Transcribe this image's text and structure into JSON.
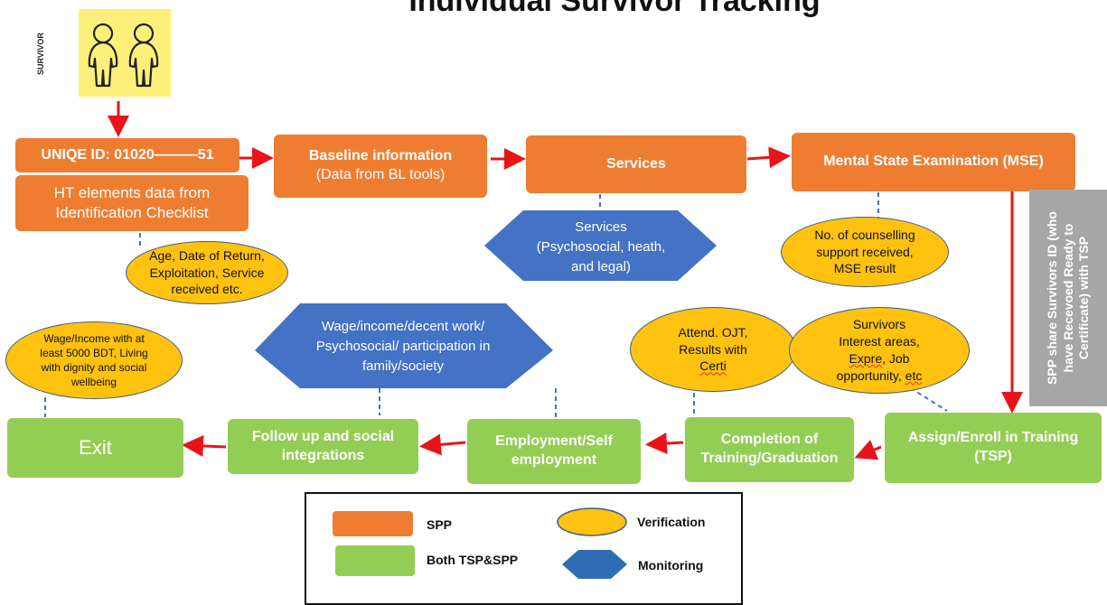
{
  "title": "Individual Survivor Tracking",
  "survivor": {
    "label": "SURVIVOR",
    "icon": "two-people-icon"
  },
  "orange_boxes": {
    "unique_id": "UNIQE ID: 01020———51",
    "ht_elements": "HT elements data from Identification Checklist",
    "baseline_title": "Baseline information",
    "baseline_sub": "(Data from BL tools)",
    "services": "Services",
    "mse": "Mental State Examination (MSE)"
  },
  "green_boxes": {
    "exit": "Exit",
    "follow_up": "Follow up and social integrations",
    "employment": "Employment/Self employment",
    "completion": "Completion of Training/Graduation",
    "assign": "Assign/Enroll in Training (TSP)"
  },
  "verification": {
    "age": "Age, Date of Return, Exploitation, Service received etc.",
    "counselling": "No. of counselling support received, MSE result",
    "wage_income": "Wage/Income with at least 5000 BDT, Living with dignity and social wellbeing",
    "ojt_line1": "Attend. OJT,",
    "ojt_line2": "Results with",
    "ojt_line3": "Certi",
    "interest_line1": "Survivors",
    "interest_line2": "Interest areas,",
    "interest_expre": "Expre",
    "interest_line3b": ", Job",
    "interest_line4a": "opportunity, ",
    "interest_etc": "etc"
  },
  "monitoring": {
    "services": "Services (Psychosocial, heath, and legal)",
    "wage": "Wage/income/decent work/ Psychosocial/ participation in family/society"
  },
  "side_note": "SPP share Survivors ID (who have Recevoed Ready to Certificate) with TSP",
  "legend": {
    "spp": "SPP",
    "both": "Both TSP&SPP",
    "verification": "Verification",
    "monitoring": "Monitoring"
  },
  "colors": {
    "orange": "#ee7d32",
    "green": "#93ce54",
    "yellow": "#ffc20e",
    "blue": "#4472c4",
    "arrow": "#e8141a"
  }
}
